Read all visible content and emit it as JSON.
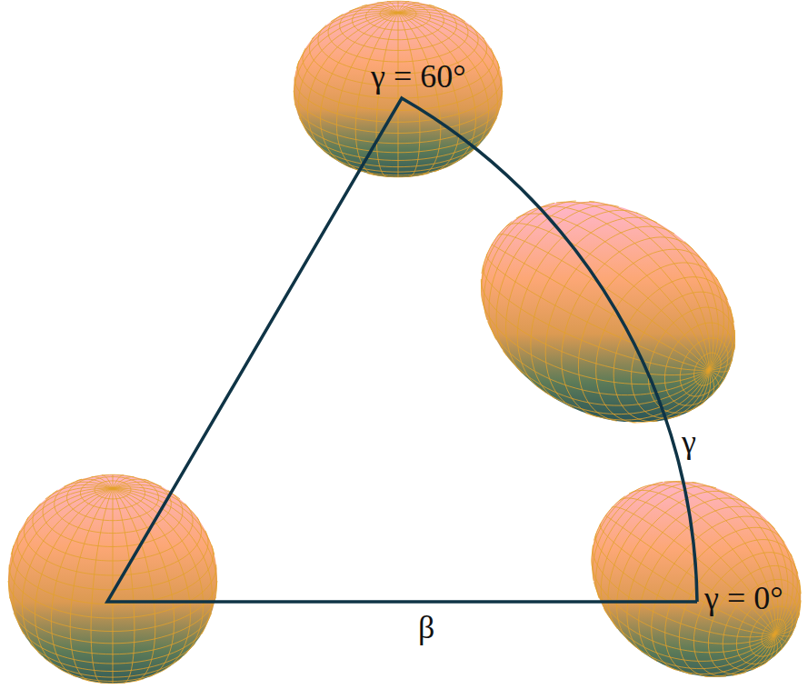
{
  "diagram": {
    "labels": [
      "γ = 60°",
      "γ",
      "β",
      "γ = 0°"
    ]
  }
}
